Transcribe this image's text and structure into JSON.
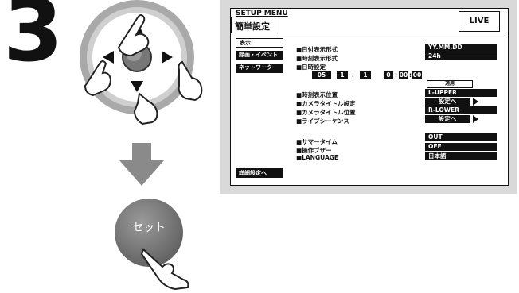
{
  "step_number": "3",
  "remote": {
    "up_icon": "arrow-up",
    "down_icon": "arrow-down",
    "left_icon": "arrow-left",
    "right_icon": "arrow-right",
    "center_icon": "center-knob",
    "next_arrow_icon": "down-arrow",
    "set_label": "セット"
  },
  "menu": {
    "title": "SETUP MENU",
    "subtitle": "簡単設定",
    "live_label": "LIVE",
    "sidebar": [
      "表示",
      "録画・イベント",
      "ネットワーク"
    ],
    "detail_button": "詳細設定へ",
    "apply_label": "適用",
    "rows": {
      "date_format": {
        "label": "■日付表示形式",
        "value": "YY.MM.DD"
      },
      "time_format": {
        "label": "■時刻表示形式",
        "value": "24h"
      },
      "datetime": {
        "label": "■日時設定",
        "year": "05",
        "month": "1",
        "day": "1",
        "hour": "0",
        "minute": "00",
        "second": "00",
        "sep_date": ".",
        "sep_time": ":"
      },
      "time_position": {
        "label": "■時刻表示位置",
        "value": "L-UPPER"
      },
      "camera_title": {
        "label": "■カメラタイトル設定",
        "value": "設定へ"
      },
      "camera_title_pos": {
        "label": "■カメラタイトル位置",
        "value": "R-LOWER"
      },
      "live_sequence": {
        "label": "■ライブシーケンス",
        "value": "設定へ"
      },
      "summer_time": {
        "label": "■サマータイム",
        "value": "OUT"
      },
      "buzzer": {
        "label": "■操作ブザー",
        "value": "OFF"
      },
      "language": {
        "label": "■LANGUAGE",
        "value": "日本語"
      }
    }
  }
}
